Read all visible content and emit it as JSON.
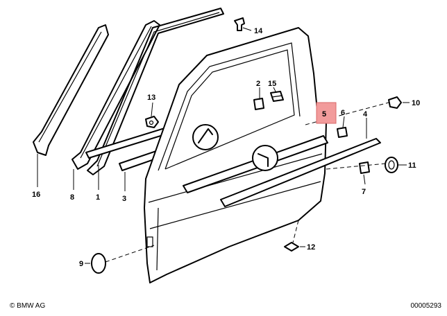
{
  "callouts": {
    "c1": "1",
    "c2": "2",
    "c3": "3",
    "c4": "4",
    "c5": "5",
    "c6": "6",
    "c7": "7",
    "c8": "8",
    "c9": "9",
    "c10": "10",
    "c11": "11",
    "c12": "12",
    "c13": "13",
    "c14": "14",
    "c15": "15",
    "c16": "16"
  },
  "highlight": {
    "color": "#f29b9b",
    "label": "5"
  },
  "footer": {
    "left": "© BMW AG",
    "right": "00005293"
  }
}
